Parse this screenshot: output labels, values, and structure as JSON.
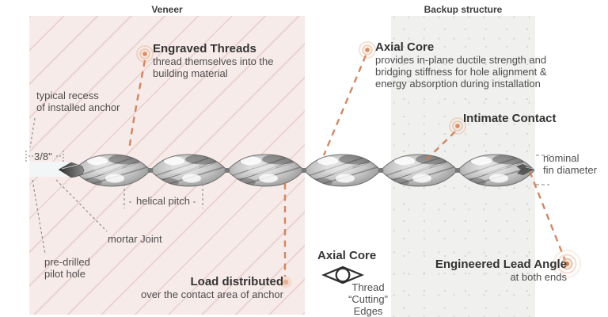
{
  "colors": {
    "accent_orange": "#cc7a52",
    "veneer_background": "#f7ebe9",
    "backup_background": "#f0f0ee",
    "title_text": "#333333",
    "body_text": "#4d4d4d"
  },
  "headers": {
    "veneer": "Veneer",
    "backup": "Backup structure"
  },
  "callouts": {
    "engraved_threads": {
      "title": "Engraved Threads",
      "body": "thread themselves into the\nbuilding material"
    },
    "axial_core": {
      "title": "Axial Core",
      "body": "provides in-plane ductile strength and\nbridging stiffness for hole alignment &\nenergy absorption during installation"
    },
    "intimate_contact": {
      "title": "Intimate Contact"
    },
    "load_distributed": {
      "title": "Load distributed",
      "body": "over the contact area of anchor"
    },
    "engineered_lead_angle": {
      "title": "Engineered Lead Angle",
      "body": "at both ends"
    },
    "axial_core_section": {
      "title": "Axial Core",
      "body": "Thread\n“Cutting”\nEdges"
    }
  },
  "measurements": {
    "recess_width": "3/8\"",
    "helical_pitch": "helical pitch",
    "fin_diameter": "nominal\nfin diameter"
  },
  "labels": {
    "typical_recess": "typical recess\nof installed anchor",
    "mortar_joint": "mortar Joint",
    "pilot_hole": "pre-drilled\npilot hole"
  }
}
